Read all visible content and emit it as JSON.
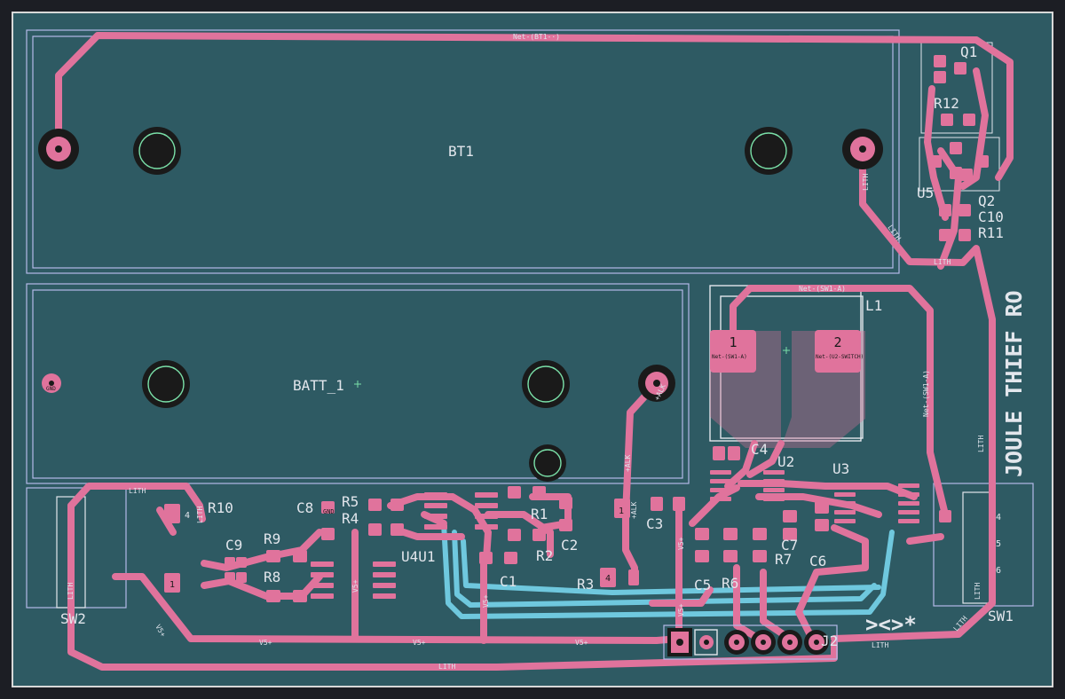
{
  "colors": {
    "background": "#1c1e24",
    "board": "#2e5a63",
    "copper_front": "#e0739c",
    "copper_back": "#6fc8de",
    "silkscreen": "#e2e6ec",
    "courtyard": "#b5b9e8",
    "edge": "#d8d8d8",
    "drill": "#1a1a1a",
    "drill_ring": "#7ae0a8"
  },
  "board_title": "JOULE THIEF RO",
  "footprints": {
    "BT1": "BT1",
    "BATT_1": "BATT_1",
    "L1": "L1",
    "Q1": "Q1",
    "Q2": "Q2",
    "R12": "R12",
    "U5": "U5",
    "C10": "C10",
    "R11": "R11",
    "C4": "C4",
    "U2": "U2",
    "U3": "U3",
    "C7": "C7",
    "R7": "R7",
    "C6": "C6",
    "C5": "C5",
    "R6": "R6",
    "C3": "C3",
    "R3": "R3",
    "R1": "R1",
    "C2": "C2",
    "R2": "R2",
    "C1": "C1",
    "U4U1": "U4U1",
    "R5": "R5",
    "R4": "R4",
    "C8": "C8",
    "R9": "R9",
    "R8": "R8",
    "C9": "C9",
    "R10": "R10",
    "SW2": "SW2",
    "SW1": "SW1",
    "J2": "J2"
  },
  "nets": {
    "net_bt1": "Net-(BT1-·)",
    "net_sw1a": "Net-(SW1-A)",
    "net_sw1a_v": "Net-(SW1-A)",
    "net_pad_sw1a": "Net-(SW1-A)",
    "net_pad_u2": "Net-(U2-SWITCH)",
    "lith": "LITH",
    "v5": "V5+",
    "alk": "+ALK",
    "gnd": "GND"
  },
  "pads": {
    "l1_pad1": "1",
    "l1_pad2": "2",
    "r10_pad1": "1",
    "r10_pad4": "4",
    "r3_pad1": "1",
    "r3_pad4": "4",
    "sw_pad4": "4",
    "sw_pad5": "5",
    "sw_pad6": "6"
  },
  "glyph_mark": "><>*"
}
